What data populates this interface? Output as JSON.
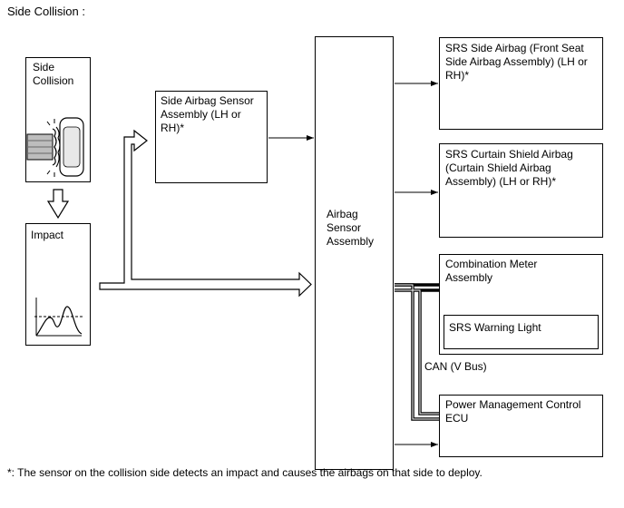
{
  "title": "Side Collision :",
  "boxes": {
    "side_collision": "Side\nCollision",
    "impact": "Impact",
    "side_airbag_sensor": "Side Airbag Sensor\nAssembly (LH or\nRH)*",
    "airbag_sensor": "Airbag\nSensor\nAssembly",
    "srs_side_airbag": "SRS Side Airbag (Front Seat\nSide Airbag Assembly) (LH or\nRH)*",
    "srs_curtain_airbag": "SRS Curtain Shield Airbag\n(Curtain Shield Airbag\nAssembly) (LH or RH)*",
    "combination_meter": "Combination Meter\nAssembly",
    "srs_warning_light": "SRS Warning Light",
    "power_management": "Power Management Control\nECU"
  },
  "bus_label": "CAN (V Bus)",
  "footnote": "*: The sensor on the collision side detects an impact and causes the airbags on that side to deploy."
}
